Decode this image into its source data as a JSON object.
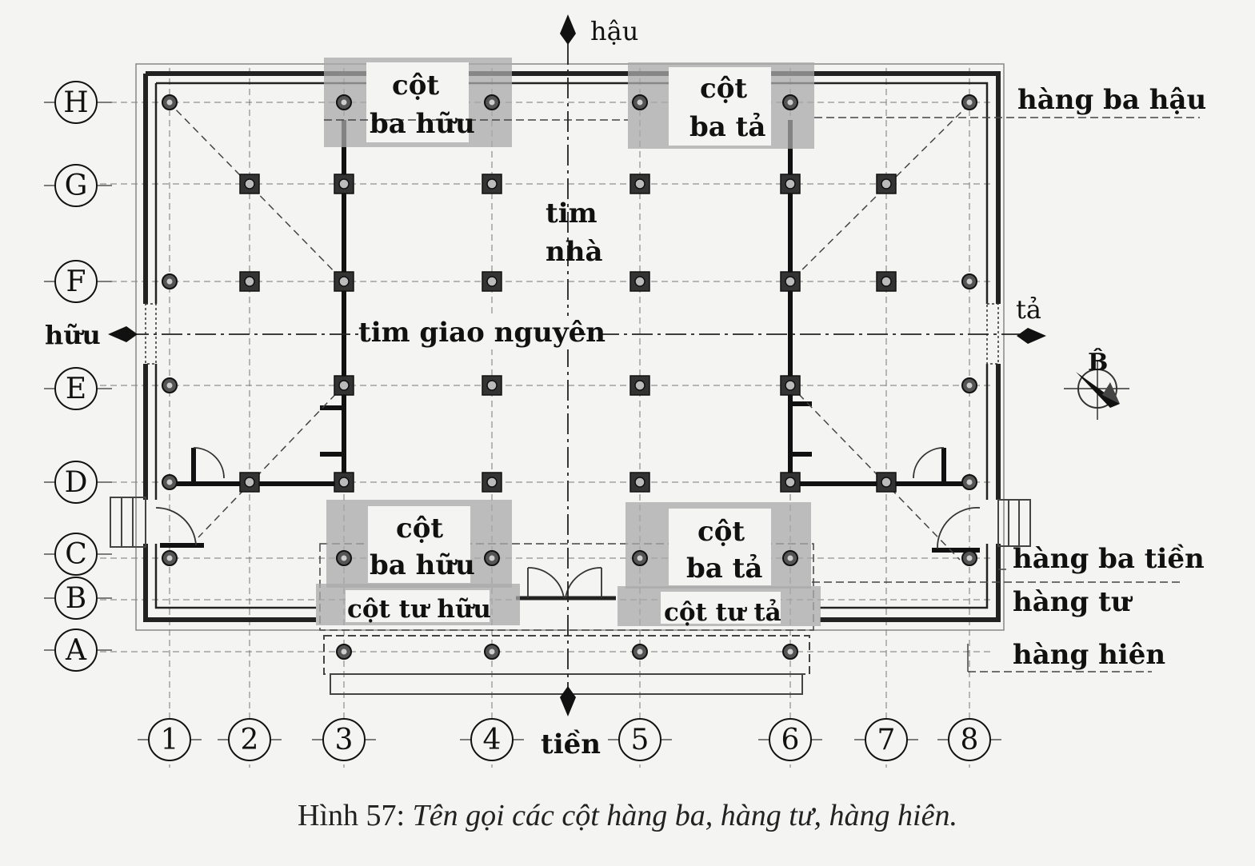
{
  "rows": [
    "H",
    "G",
    "F",
    "E",
    "D",
    "C",
    "B",
    "A"
  ],
  "cols": [
    "1",
    "2",
    "3",
    "4",
    "5",
    "6",
    "7",
    "8"
  ],
  "directions": {
    "back": "hậu",
    "front": "tiền",
    "left": "hữu",
    "right": "tả",
    "north": "B̂"
  },
  "axis_labels": {
    "house_center_1": "tim",
    "house_center_2": "nhà",
    "transverse": "tim giao nguyên"
  },
  "tags": {
    "top_left_1": "cột",
    "top_left_2": "ba hữu",
    "top_right_1": "cột",
    "top_right_2": "ba tả",
    "bottom_left_1": "cột",
    "bottom_left_2": "ba hữu",
    "bottom_right_1": "cột",
    "bottom_right_2": "ba tả",
    "tu_left": "cột tư hữu",
    "tu_right": "cột tư tả"
  },
  "row_labels": {
    "hang_ba_hau": "hàng ba hậu",
    "hang_ba_tien": "hàng ba tiền",
    "hang_tu": "hàng tư",
    "hang_hien": "hàng hiên"
  },
  "caption": {
    "number": "Hình 57:",
    "text": "Tên gọi các cột hàng ba, hàng tư, hàng hiên."
  }
}
